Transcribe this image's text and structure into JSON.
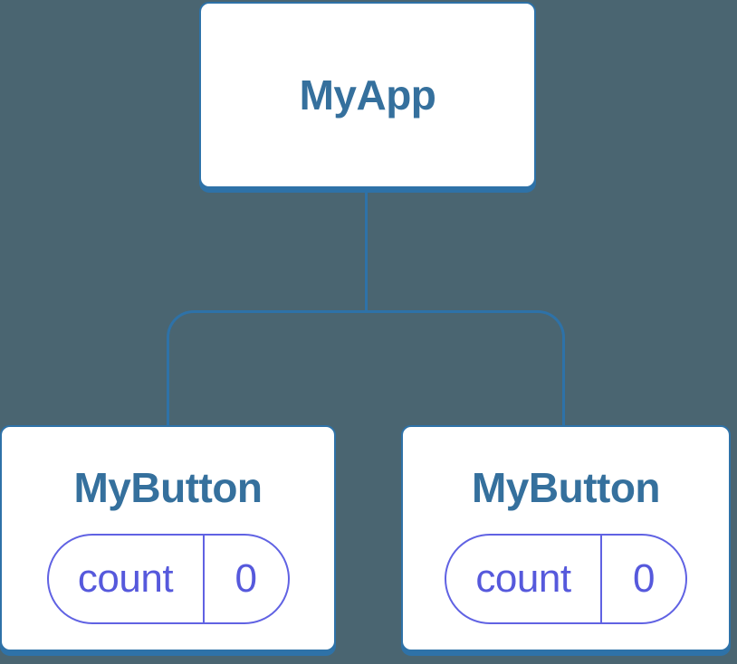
{
  "colors": {
    "background": "#4A6571",
    "stroke_blue": "#2E72A8",
    "node_fill": "#FFFFFF",
    "title_text": "#35709D",
    "state_purple": "#5659DC",
    "state_border": "#6062E3"
  },
  "tree": {
    "root": {
      "label": "MyApp"
    },
    "children": [
      {
        "label": "MyButton",
        "state": {
          "name": "count",
          "value": "0"
        }
      },
      {
        "label": "MyButton",
        "state": {
          "name": "count",
          "value": "0"
        }
      }
    ]
  }
}
